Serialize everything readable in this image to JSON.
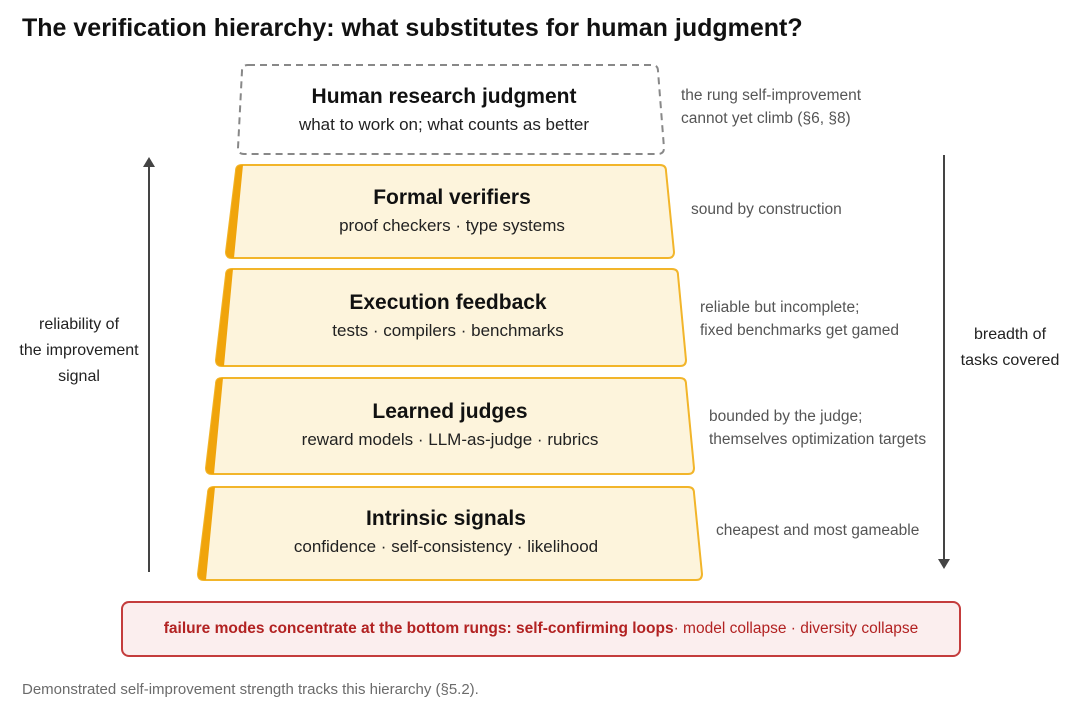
{
  "title": "The verification hierarchy: what substitutes for human judgment?",
  "rungs": [
    {
      "name": "Human research judgment",
      "sub": "what to work on; what counts as better",
      "note_lines": [
        "the rung self-improvement",
        "cannot yet climb (§6, §8)"
      ]
    },
    {
      "name": "Formal verifiers",
      "sub": "proof checkers · type systems",
      "note_lines": [
        "sound by construction"
      ]
    },
    {
      "name": "Execution feedback",
      "sub": "tests · compilers · benchmarks",
      "note_lines": [
        "reliable but incomplete;",
        "fixed benchmarks get gamed"
      ]
    },
    {
      "name": "Learned judges",
      "sub": "reward models · LLM-as-judge · rubrics",
      "note_lines": [
        "bounded by the judge;",
        "themselves optimization targets"
      ]
    },
    {
      "name": "Intrinsic signals",
      "sub": "confidence · self-consistency · likelihood",
      "note_lines": [
        "cheapest and most gameable"
      ]
    }
  ],
  "left_axis": {
    "lines": [
      "reliability of",
      "the improvement",
      "signal"
    ]
  },
  "right_axis": {
    "lines": [
      "breadth of",
      "tasks covered"
    ]
  },
  "failure": {
    "strong": "failure modes concentrate at the bottom rungs: self-confirming loops",
    "rest": " · model collapse · diversity collapse"
  },
  "caption": "Demonstrated self-improvement strength tracks this hierarchy (§5.2).",
  "colors": {
    "rung_fill": "#fdf4dc",
    "rung_border": "#f2b52a",
    "rung_accent": "#f0a40b",
    "top_border": "#888888",
    "arrow": "#444444",
    "failure_border": "#c43c3c",
    "failure_text": "#b22222",
    "failure_fill": "#fbeeee"
  }
}
